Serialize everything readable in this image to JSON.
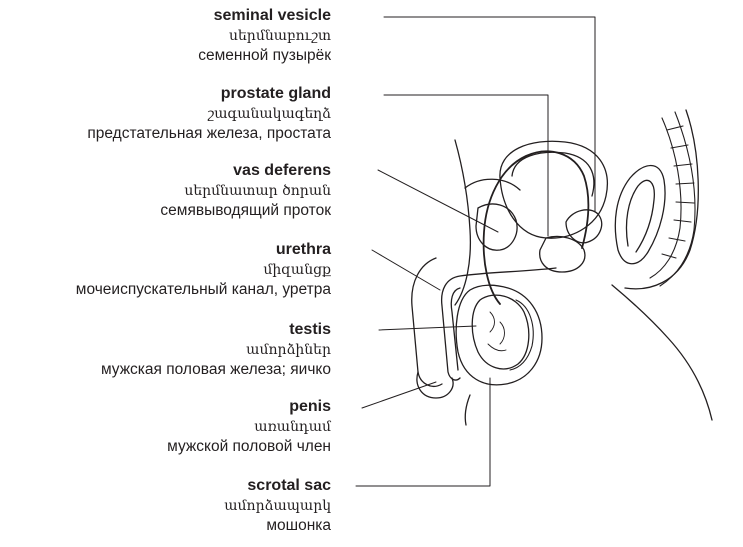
{
  "labels": [
    {
      "id": "seminal-vesicle",
      "en": "seminal vesicle",
      "hy": "սերմնաբուշտ",
      "ru": "семенной пузырёк"
    },
    {
      "id": "prostate-gland",
      "en": "prostate gland",
      "hy": "շագանակագեղձ",
      "ru": "предстательная железа, простата"
    },
    {
      "id": "vas-deferens",
      "en": "vas deferens",
      "hy": "սերմնատար ծորան",
      "ru": "семявыводящий проток"
    },
    {
      "id": "urethra",
      "en": "urethra",
      "hy": "միզանցք",
      "ru": "мочеиспускательный канал, уретра"
    },
    {
      "id": "testis",
      "en": "testis",
      "hy": "ամորձիներ",
      "ru": "мужская половая железа; яичко"
    },
    {
      "id": "penis",
      "en": "penis",
      "hy": "առանդամ",
      "ru": "мужской половой член"
    },
    {
      "id": "scrotal-sac",
      "en": "scrotal sac",
      "hy": "ամորձապարկ",
      "ru": "мошонка"
    }
  ]
}
